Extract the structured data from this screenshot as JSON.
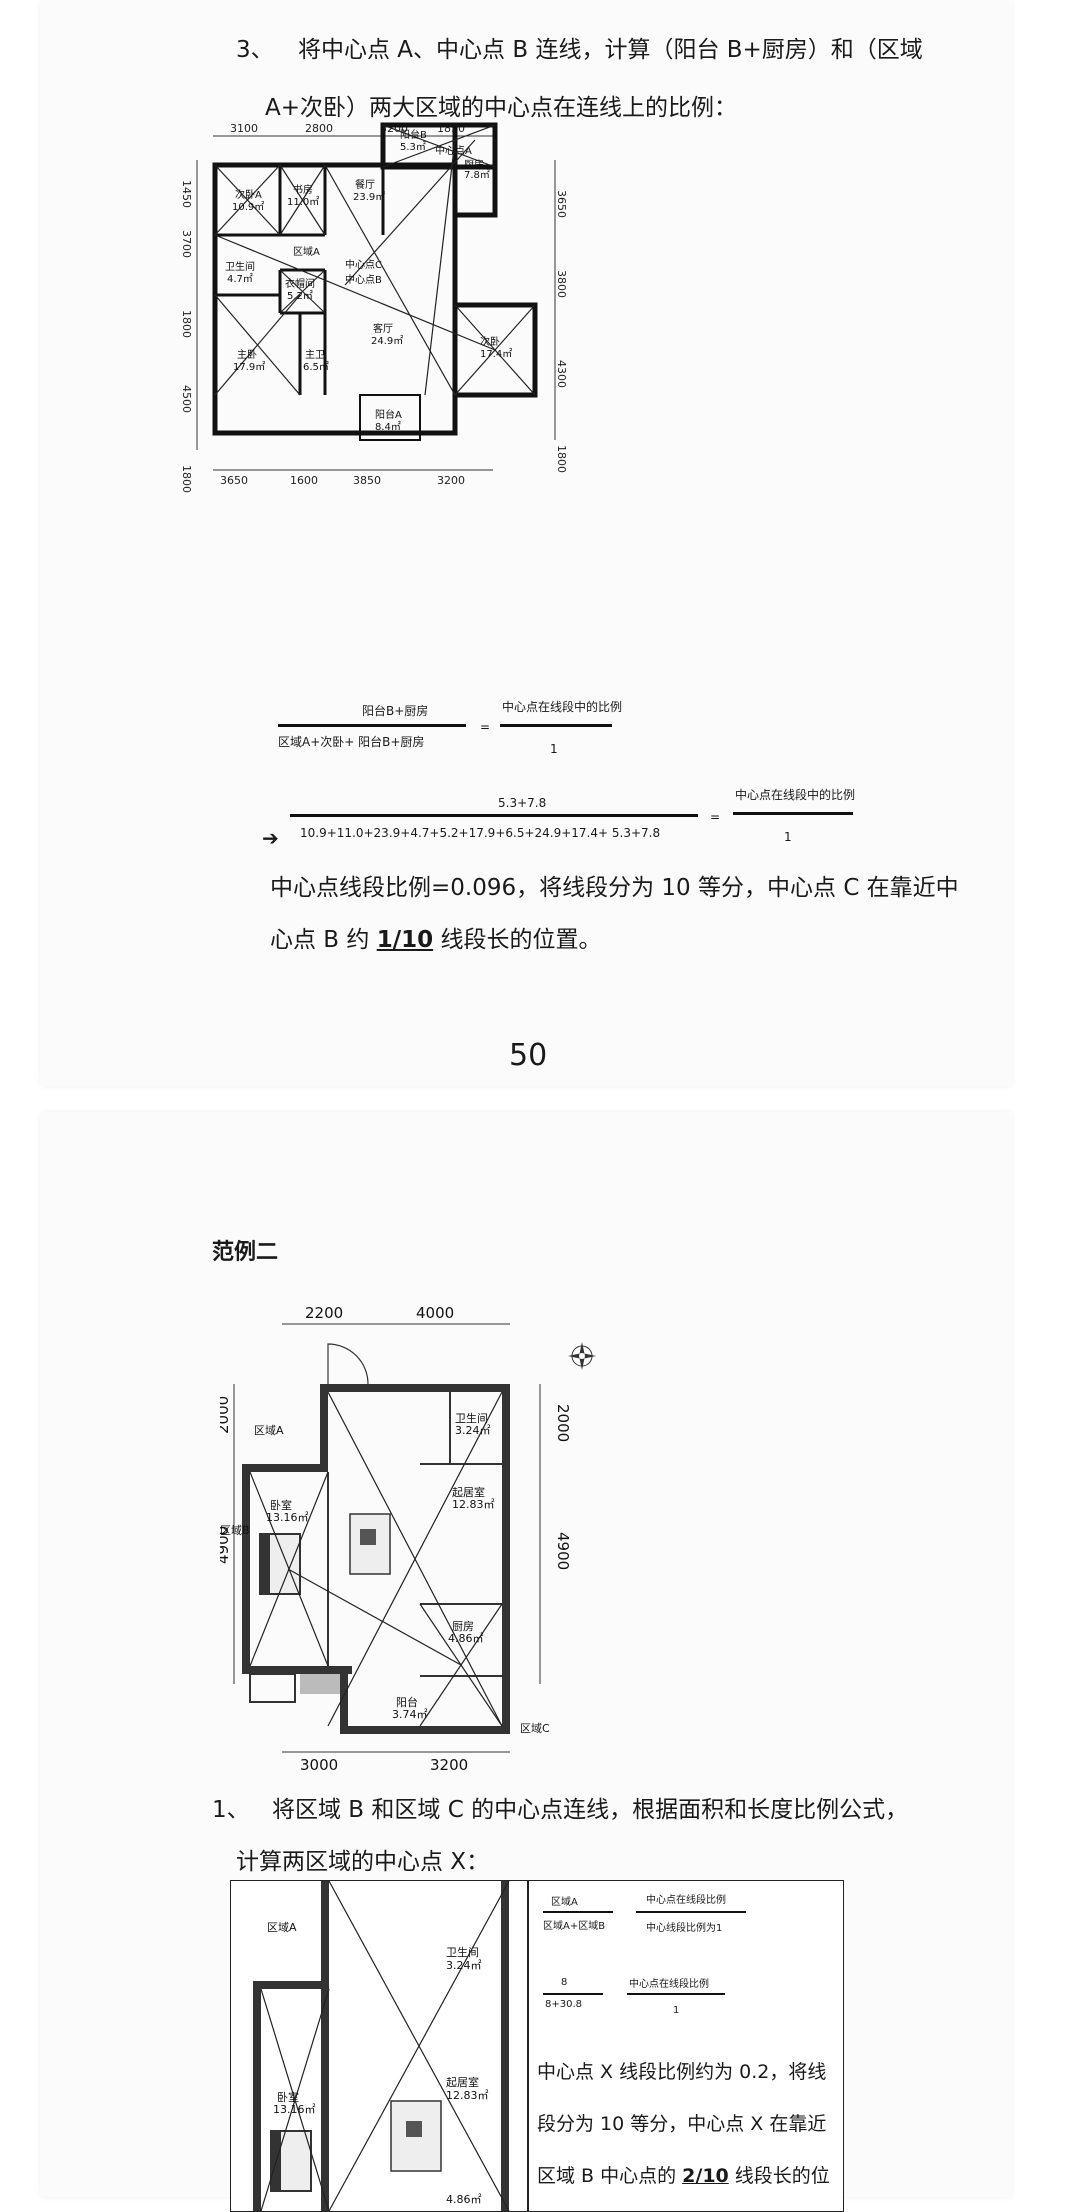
{
  "page1": {
    "step3_number": "3、",
    "step3_line1": "将中心点 A、中心点 B 连线，计算（阳台 B+厨房）和（区域",
    "step3_line2": "A+次卧）两大区域的中心点在连线上的比例：",
    "plan1": {
      "dims_top": [
        "3100",
        "2800",
        "3200",
        "1850"
      ],
      "dims_bottom": [
        "3650",
        "1600",
        "3850",
        "3200"
      ],
      "dims_left": [
        "1450",
        "3700",
        "1800",
        "4500",
        "1800"
      ],
      "dims_right": [
        "3650",
        "3800",
        "4300",
        "1800"
      ],
      "rooms": {
        "balcony_b": "阳台B",
        "balcony_b_area": "5.3㎡",
        "center_a": "中心点A",
        "kitchen": "厨房",
        "kitchen_area": "7.8㎡",
        "second_bedroom_a": "次卧A",
        "second_bedroom_a_area": "10.9㎡",
        "study": "书房",
        "study_area": "11.0㎡",
        "dining": "餐厅",
        "dining_area": "23.9㎡",
        "zone_a": "区域A",
        "center_c": "中心点C",
        "center_b": "中心点B",
        "bathroom": "卫生间",
        "bathroom_area": "4.7㎡",
        "cloakroom": "衣帽间",
        "cloakroom_area": "5.2㎡",
        "master_bedroom": "主卧",
        "master_bedroom_area": "17.9㎡",
        "master_bath": "主卫",
        "master_bath_area": "6.5㎡",
        "living": "客厅",
        "living_area": "24.9㎡",
        "second_bedroom": "次卧",
        "second_bedroom_area": "17.4㎡",
        "balcony_a": "阳台A",
        "balcony_a_area": "8.4㎡"
      }
    },
    "formula1": {
      "numerator": "阳台B+厨房",
      "denominator": "区域A+次卧+ 阳台B+厨房",
      "equals": "=",
      "right_numerator": "中心点在线段中的比例",
      "right_denominator": "1"
    },
    "formula2": {
      "arrow": "➔",
      "numerator": "5.3+7.8",
      "denominator": "10.9+11.0+23.9+4.7+5.2+17.9+6.5+24.9+17.4+ 5.3+7.8",
      "equals": "=",
      "right_numerator": "中心点在线段中的比例",
      "right_denominator": "1"
    },
    "result_line1": "中心点线段比例=0.096，将线段分为 10 等分，中心点 C 在靠近中",
    "result_line2_a": "心点 B 约 ",
    "result_line2_u": "1/10",
    "result_line2_b": " 线段长的位置。",
    "page_number": "50"
  },
  "page2": {
    "title": "范例二",
    "plan2": {
      "dims_top": [
        "2200",
        "4000"
      ],
      "dims_bottom": [
        "3000",
        "3200"
      ],
      "dims_left": [
        "2000",
        "4900"
      ],
      "dims_right": [
        "2000",
        "4900"
      ],
      "zone_a": "区域A",
      "zone_b": "区域B",
      "zone_c": "区域C",
      "bathroom": "卫生间",
      "bathroom_area": "3.24㎡",
      "master_bedroom": "卧室",
      "master_bedroom_area": "13.16㎡",
      "second_bedroom": "起居室",
      "second_bedroom_area": "12.83㎡",
      "kitchen": "厨房",
      "kitchen_area": "4.86㎡",
      "balcony": "阳台",
      "balcony_area": "3.74㎡"
    },
    "step1_number": "1、",
    "step1_line1": "将区域 B 和区域 C 的中心点连线，根据面积和长度比例公式，",
    "step1_line2": "计算两区域的中心点 X：",
    "box": {
      "zone_a": "区域A",
      "bathroom": "卫生间",
      "bathroom_area": "3.24㎡",
      "bedroom": "卧室",
      "bedroom_area": "13.16㎡",
      "living": "起居室",
      "living_area": "12.83㎡",
      "kitchen_area": "4.86㎡",
      "f1_num": "区域A",
      "f1_den": "区域A+区域B",
      "f1_right_num": "中心点在线段比例",
      "f1_right_den": "中心线段比例为1",
      "f2_num": "8",
      "f2_den": "8+30.8",
      "f2_right_num": "中心点在线段比例",
      "f2_right_den": "1",
      "text_line1": "中心点 X 线段比例约为 0.2，将线",
      "text_line2": "段分为 10 等分，中心点 X 在靠近",
      "text_line3_a": "区域 B 中心点的 ",
      "text_line3_u": "2/10",
      "text_line3_b": " 线段长的位"
    }
  }
}
